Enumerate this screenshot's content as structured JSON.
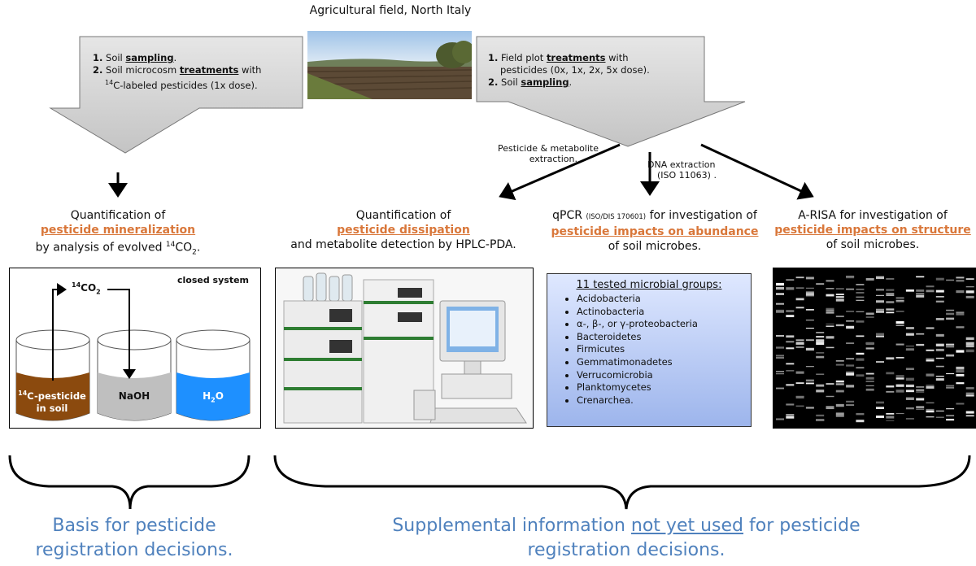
{
  "field": {
    "caption": "Agricultural field, North Italy"
  },
  "left_arrow": {
    "step1_num": "1.",
    "step1_pre": "Soil ",
    "step1_key": "sampling",
    "step1_post": ".",
    "step2_num": "2.",
    "step2_pre": "Soil microcosm ",
    "step2_key": "treatments",
    "step2_post": " with",
    "step2_line2_sup": "14",
    "step2_line2": "C-labeled pesticides  (1x dose)."
  },
  "right_arrow": {
    "step1_num": "1.",
    "step1_pre": "Field plot ",
    "step1_key": "treatments",
    "step1_post": " with",
    "step1_line2": "pesticides (0x, 1x, 2x, 5x dose).",
    "step2_num": "2.",
    "step2_pre": "Soil ",
    "step2_key": "sampling",
    "step2_post": "."
  },
  "branch_labels": {
    "extraction_line1": "Pesticide & metabolite",
    "extraction_line2": "extraction.",
    "dna_line1": "DNA extraction",
    "dna_line2": "(ISO 11063) ."
  },
  "col1": {
    "line1": "Quantification of",
    "highlight": "pesticide mineralization",
    "line3_pre": "by analysis of evolved ",
    "line3_sup": "14",
    "line3_main": "CO",
    "line3_sub": "2",
    "line3_post": "."
  },
  "col2": {
    "line1": "Quantification of",
    "highlight": "pesticide dissipation",
    "line3": "and metabolite detection by HPLC-PDA."
  },
  "col3": {
    "line1_pre": "qPCR ",
    "line1_small": "(ISO/DIS 170601)",
    "line1_post": " for investigation of",
    "highlight": "pesticide impacts on abundance",
    "line3": "of soil microbes."
  },
  "col4": {
    "line1": "A-RISA for investigation of",
    "highlight": "pesticide impacts on structure",
    "line3": "of soil microbes."
  },
  "closed_system": {
    "label": "closed system",
    "co2_sup": "14",
    "co2_main": "CO",
    "co2_sub": "2",
    "jar1_sup": "14",
    "jar1_line1": "C-pesticide",
    "jar1_line2": "in soil",
    "jar2": "NaOH",
    "jar3_main": "H",
    "jar3_sub": "2",
    "jar3_post": "O",
    "colors": {
      "soil": "#8b4a0e",
      "naoh": "#bfbfbf",
      "water": "#1e90ff"
    }
  },
  "microbial_groups": {
    "title": "11 tested microbial groups:",
    "items": [
      "Acidobacteria",
      "Actinobacteria",
      "α-, β-, or γ-proteobacteria",
      "Bacteroidetes",
      "Firmicutes",
      "Gemmatimonadetes",
      "Verrucomicrobia",
      "Planktomycetes",
      "Crenarchea."
    ]
  },
  "bottom": {
    "left_line1": "Basis for pesticide",
    "left_line2": "registration decisions.",
    "right_pre": "Supplemental information ",
    "right_underlined": "not yet used",
    "right_post": " for pesticide",
    "right_line2": "registration decisions.",
    "color": "#4f81bd"
  },
  "accent_color": "#d9773a"
}
